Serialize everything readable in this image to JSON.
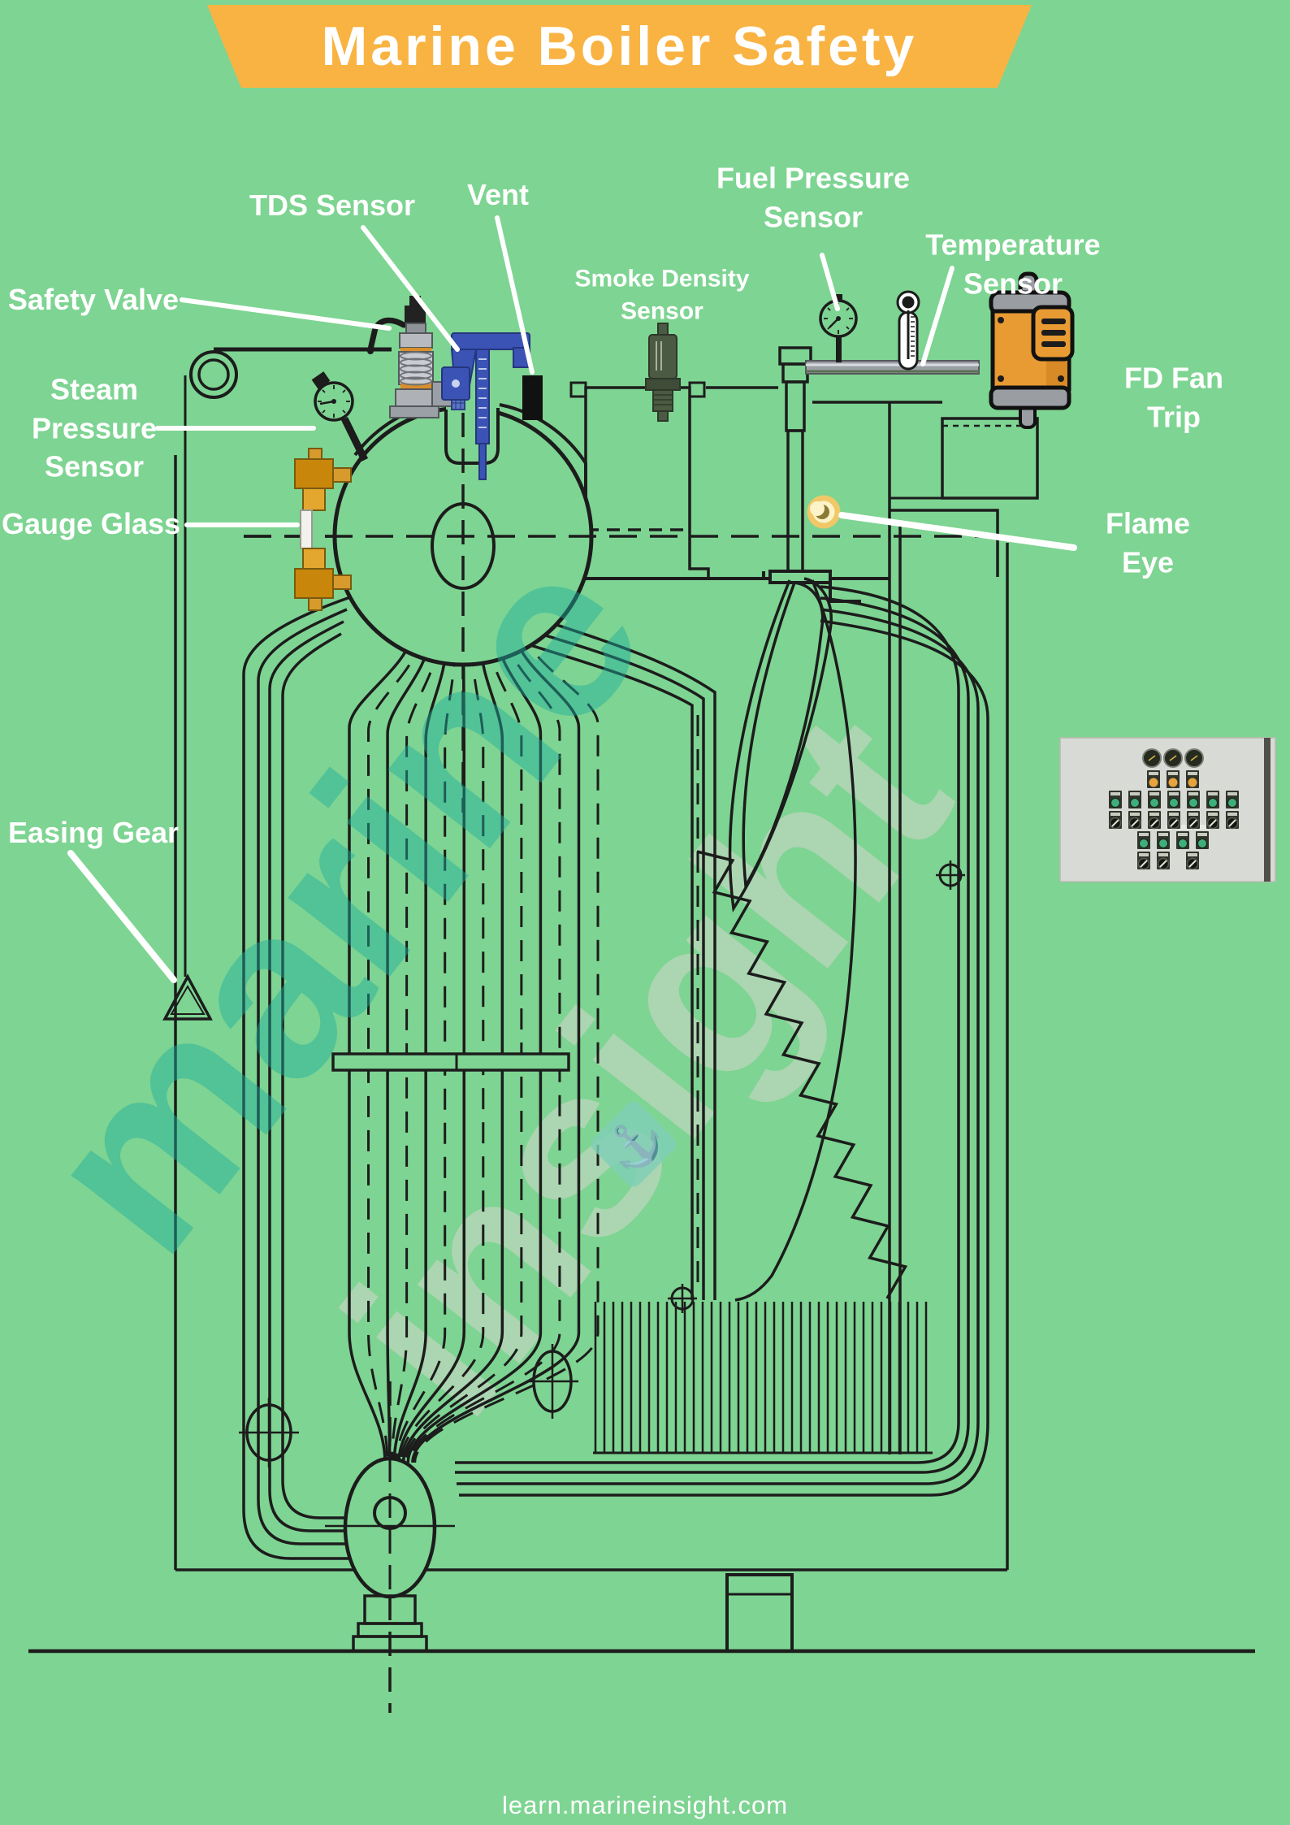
{
  "poster": {
    "title": "Marine Boiler Safety",
    "footer": "learn.marineinsight.com",
    "watermark": {
      "word1": "marine",
      "word2": "insight",
      "anchor_icon": "⚓"
    }
  },
  "labels": {
    "tds_sensor": "TDS Sensor",
    "vent": "Vent",
    "smoke_density_sensor": "Smoke Density\nSensor",
    "fuel_pressure_sensor": "Fuel Pressure\nSensor",
    "temperature_sensor": "Temperature\nSensor",
    "safety_valve": "Safety Valve",
    "steam_pressure_sensor": "Steam\nPressure\nSensor",
    "fd_fan_trip": "FD Fan Trip",
    "gauge_glass": "Gauge Glass",
    "flame_eye": "Flame Eye",
    "easing_gear": "Easing Gear"
  },
  "colors": {
    "background": "#7ED492",
    "banner": "#F9B343",
    "ink": "#1C1C1C",
    "label_text": "#FFFFFF",
    "watermark_teal": "#1FAE9F",
    "watermark_light": "#C9D7C4",
    "brass": "#D69A2D",
    "caliper_blue": "#3A53B4",
    "motor_orange": "#E89A33",
    "metal_gray": "#B7BBC0",
    "flame_eye_ring": "#F0C867",
    "panel_gray": "#D8DAD5",
    "button_green": "#3FAE7A",
    "button_orange": "#E8A33C"
  }
}
